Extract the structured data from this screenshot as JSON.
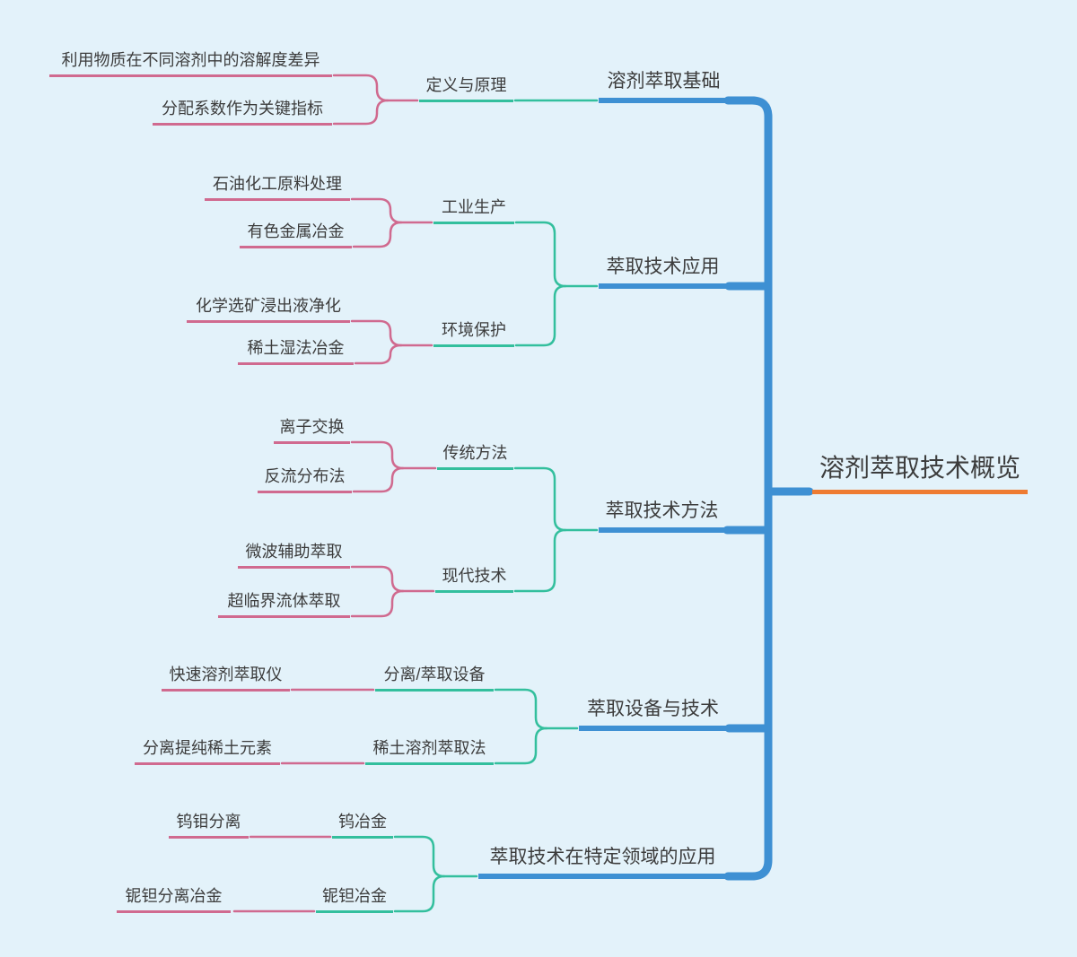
{
  "mindmap": {
    "title": "溶剂萃取技术概览",
    "colors": {
      "background": "#E3F2FA",
      "trunk_blue": "#3E90D3",
      "child_teal": "#33BF9D",
      "leaf_pink": "#D06A8F",
      "root_orange": "#EE7B31",
      "text": "#3C3C3C"
    },
    "root": {
      "label": "溶剂萃取技术概览"
    },
    "branches": [
      {
        "label": "溶剂萃取基础",
        "children": [
          {
            "label": "定义与原理",
            "children": [
              {
                "label": "利用物质在不同溶剂中的溶解度差异"
              },
              {
                "label": "分配系数作为关键指标"
              }
            ]
          }
        ]
      },
      {
        "label": "萃取技术应用",
        "children": [
          {
            "label": "工业生产",
            "children": [
              {
                "label": "石油化工原料处理"
              },
              {
                "label": "有色金属冶金"
              }
            ]
          },
          {
            "label": "环境保护",
            "children": [
              {
                "label": "化学选矿浸出液净化"
              },
              {
                "label": "稀土湿法冶金"
              }
            ]
          }
        ]
      },
      {
        "label": "萃取技术方法",
        "children": [
          {
            "label": "传统方法",
            "children": [
              {
                "label": "离子交换"
              },
              {
                "label": "反流分布法"
              }
            ]
          },
          {
            "label": "现代技术",
            "children": [
              {
                "label": "微波辅助萃取"
              },
              {
                "label": "超临界流体萃取"
              }
            ]
          }
        ]
      },
      {
        "label": "萃取设备与技术",
        "children": [
          {
            "label": "分离/萃取设备",
            "children": [
              {
                "label": "快速溶剂萃取仪"
              }
            ]
          },
          {
            "label": "稀土溶剂萃取法",
            "children": [
              {
                "label": "分离提纯稀土元素"
              }
            ]
          }
        ]
      },
      {
        "label": "萃取技术在特定领域的应用",
        "children": [
          {
            "label": "钨冶金",
            "children": [
              {
                "label": "钨钼分离"
              }
            ]
          },
          {
            "label": "铌钽冶金",
            "children": [
              {
                "label": "铌钽分离冶金"
              }
            ]
          }
        ]
      }
    ]
  }
}
